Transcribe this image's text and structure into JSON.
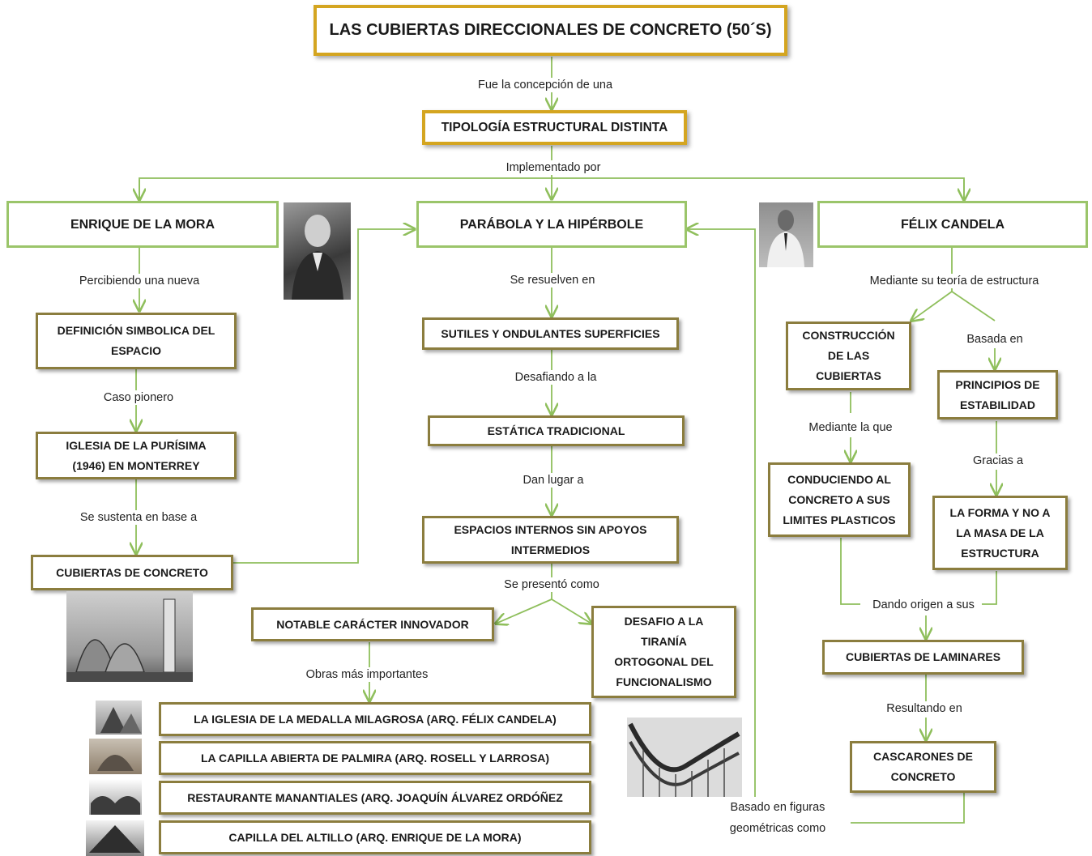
{
  "title": "LAS CUBIERTAS DIRECCIONALES DE CONCRETO (50´S)",
  "nodes": {
    "tipologia": "TIPOLOGÍA ESTRUCTURAL DISTINTA",
    "enrique": "ENRIQUE DE LA MORA",
    "parabola": "PARÁBOLA Y LA HIPÉRBOLE",
    "felix": "FÉLIX CANDELA",
    "definicion": "DEFINICIÓN SIMBOLICA DEL ESPACIO",
    "iglesia_purisima": "IGLESIA DE LA PURÍSIMA (1946) EN MONTERREY",
    "cubiertas_concreto": "CUBIERTAS DE CONCRETO",
    "sutiles": "SUTILES Y ONDULANTES SUPERFICIES",
    "estatica": "ESTÁTICA TRADICIONAL",
    "espacios": "ESPACIOS INTERNOS SIN APOYOS INTERMEDIOS",
    "notable": "NOTABLE CARÁCTER INNOVADOR",
    "desafio": "DESAFIO A LA TIRANÍA ORTOGONAL DEL FUNCIONALISMO",
    "construccion": "CONSTRUCCIÓN DE LAS CUBIERTAS",
    "principios": "PRINCIPIOS DE ESTABILIDAD",
    "conduciendo": "CONDUCIENDO AL CONCRETO A SUS LIMITES PLASTICOS",
    "forma": "LA FORMA Y NO A LA MASA DE LA ESTRUCTURA",
    "laminares": "CUBIERTAS DE LAMINARES",
    "cascarones": "CASCARONES DE CONCRETO",
    "obra1": "LA IGLESIA DE LA MEDALLA MILAGROSA (ARQ. FÉLIX CANDELA)",
    "obra2": "LA CAPILLA ABIERTA DE PALMIRA (ARQ. ROSELL Y LARROSA)",
    "obra3": "RESTAURANTE MANANTIALES (ARQ. JOAQUÍN ÁLVAREZ ORDÓÑEZ",
    "obra4": "CAPILLA DEL ALTILLO (ARQ. ENRIQUE DE LA MORA)"
  },
  "connectors": {
    "fue": "Fue la concepción de una",
    "implementado": "Implementado por",
    "percibiendo": "Percibiendo una nueva",
    "caso": "Caso pionero",
    "sustenta": "Se sustenta en base a",
    "resuelven": "Se resuelven en",
    "desafiando": "Desafiando a la",
    "dan": "Dan lugar a",
    "presento": "Se presentó como",
    "obras": "Obras más importantes",
    "mediante_teoria": "Mediante su teoría de estructura",
    "basada": "Basada en",
    "mediante_que": "Mediante la que",
    "gracias": "Gracias a",
    "dando": "Dando origen a sus",
    "resultando": "Resultando en",
    "basado": "Basado en figuras geométricas como"
  },
  "colors": {
    "gold": "#d4a520",
    "olive": "#8b7d3e",
    "green": "#9bc56a",
    "arrow": "#8fbf5c"
  }
}
